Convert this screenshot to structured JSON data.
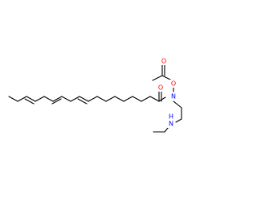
{
  "molecule": {
    "type": "skeletal-structure",
    "atoms": [
      {
        "label": "O",
        "color": "#ff0000",
        "role": "acetyl-carbonyl-oxygen"
      },
      {
        "label": "O",
        "color": "#ff0000",
        "role": "ester-oxygen"
      },
      {
        "label": "N",
        "color": "#0000ff",
        "role": "amide-nitrogen"
      },
      {
        "label": "O",
        "color": "#ff0000",
        "role": "amide-carbonyl-oxygen"
      },
      {
        "label": "N",
        "color": "#0000ff",
        "role": "amine-nitrogen"
      },
      {
        "label": "H",
        "color": "#0000ff",
        "role": "amine-hydrogen"
      }
    ],
    "colors": {
      "bond": "#000000",
      "oxygen": "#ff0000",
      "nitrogen": "#0000ff",
      "background": "#ffffff"
    }
  }
}
